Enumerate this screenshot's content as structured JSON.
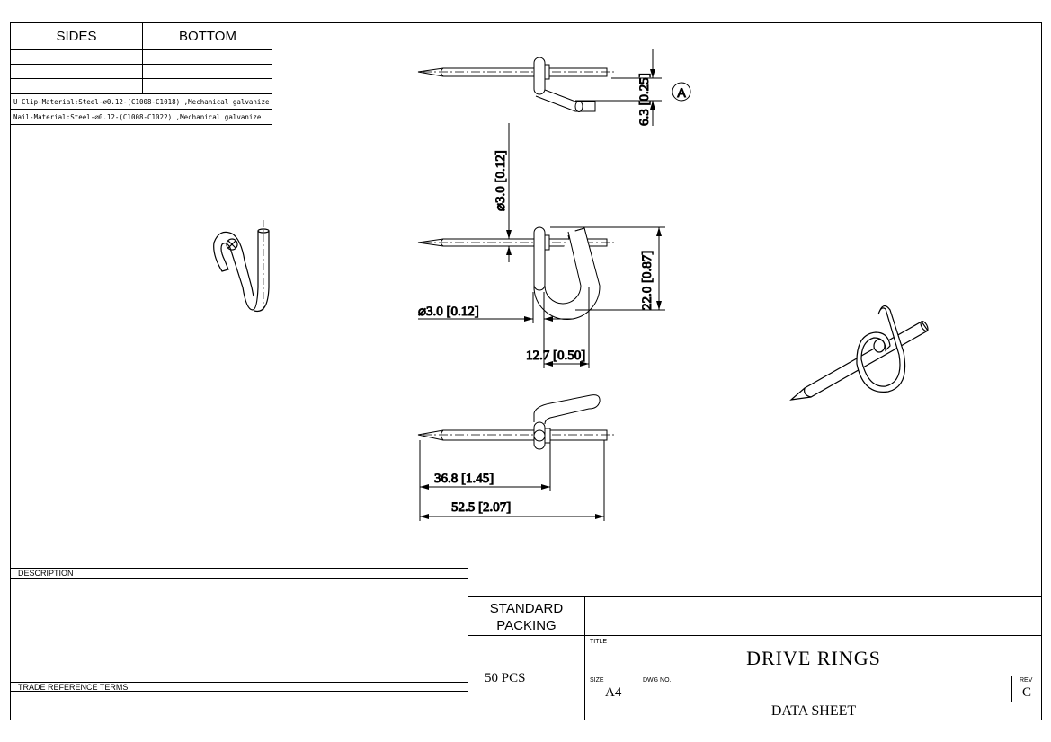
{
  "top_table": {
    "headers": [
      "SIDES",
      "BOTTOM"
    ],
    "materials": [
      "U Clip-Material:Steel-⌀0.12-(C1008-C1018) ,Mechanical galvanize",
      "Nail-Material:Steel-⌀0.12-(C1008-C1022) ,Mechanical galvanize"
    ]
  },
  "dimensions": {
    "clip_offset": "6.3 [0.25]",
    "view_label": "A",
    "nail_diameter_vertical": "⌀3.0 [0.12]",
    "ring_height": "22.0 [0.87]",
    "clip_diameter": "⌀3.0 [0.12]",
    "ring_width": "12.7 [0.50]",
    "clip_position": "36.8 [1.45]",
    "overall_length": "52.5 [2.07]"
  },
  "description_box": {
    "description_label": "DESCRIPTION",
    "trade_label": "TRADE REFERENCE TERMS"
  },
  "title_block": {
    "packing_label": "STANDARD\nPACKING",
    "packing_value": "50 PCS",
    "title_label": "TITLE",
    "title": "DRIVE RINGS",
    "size_label": "SIZE",
    "size": "A4",
    "dwg_label": "DWG NO.",
    "rev_label": "REV",
    "rev": "C",
    "footer": "DATA SHEET"
  }
}
